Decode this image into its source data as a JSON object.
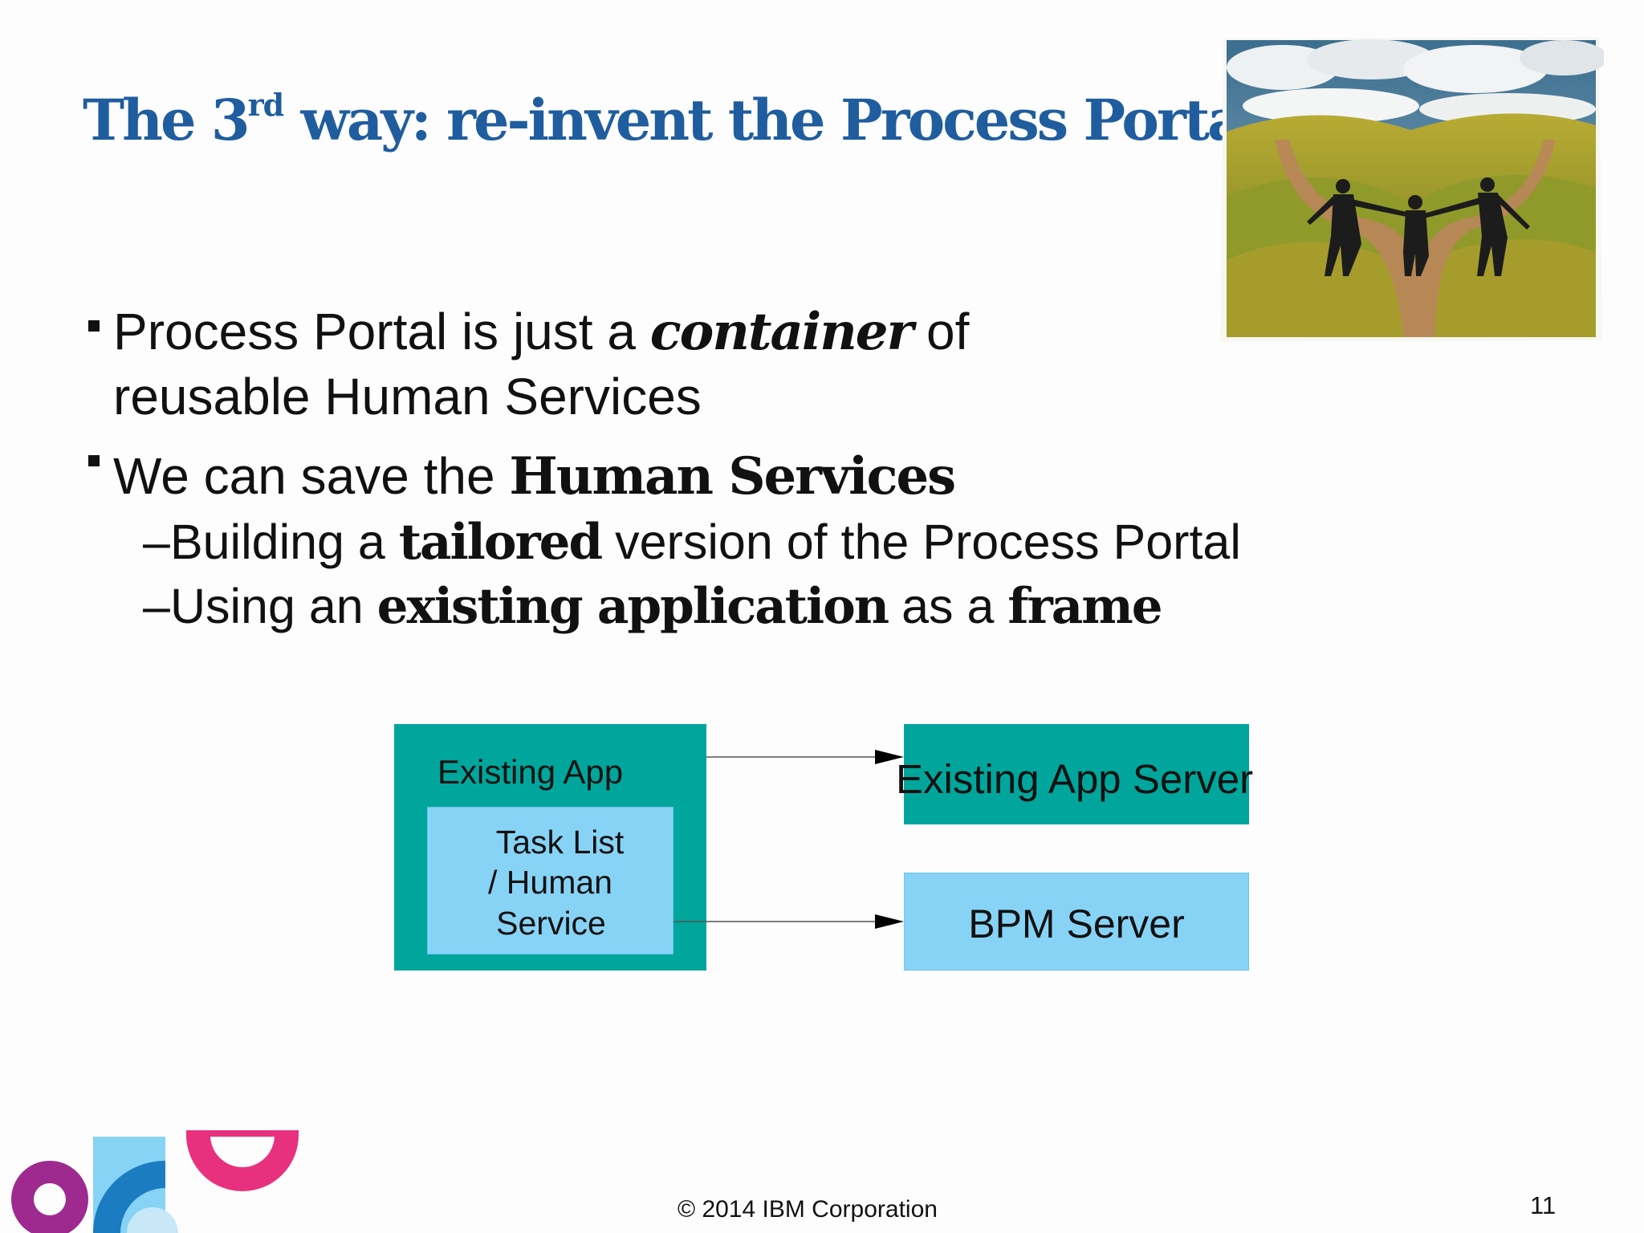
{
  "title": {
    "part1": "The 3",
    "superscript": "rd",
    "part2": " way: re-invent the Process Porta"
  },
  "bullets": [
    {
      "line1_pre": "Process Portal is just a ",
      "line1_em": "container",
      "line1_post": " of",
      "line2": "reusable Human Services"
    },
    {
      "pre": "We can save the ",
      "em": "Human Services"
    }
  ],
  "subbullets": [
    {
      "dash": "–",
      "pre": "Building a ",
      "em": "tailored",
      "post": " version of the Process Portal"
    },
    {
      "dash": "–",
      "pre": "Using an ",
      "em": "existing application",
      "mid": " as a ",
      "em2": "frame"
    }
  ],
  "diagram": {
    "existing_app_label": "Existing App",
    "task_list_lines": [
      "Task List",
      "/ Human",
      "Service"
    ],
    "existing_app_server_label": "Existing App Server",
    "bpm_server_label": "BPM Server"
  },
  "footer": {
    "copyright": "© 2014 IBM Corporation",
    "page_number": "11"
  },
  "colors": {
    "title": "#1f5d9e",
    "teal_box": "#00a69b",
    "light_box": "#87d3f6"
  }
}
